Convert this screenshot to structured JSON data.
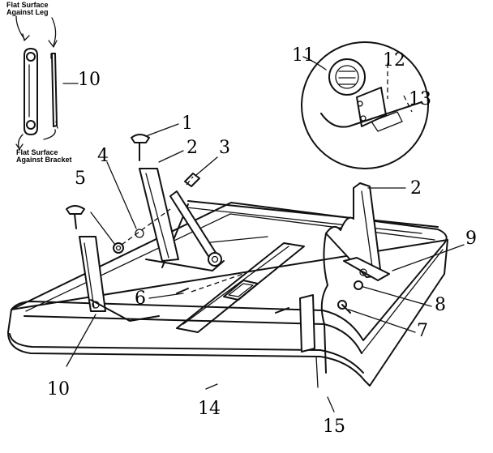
{
  "notes": {
    "top_line1": "Flat Surface",
    "top_line2": "Against Leg",
    "bottom_line1": "Flat Surface",
    "bottom_line2": "Against Bracket"
  },
  "callouts": {
    "c1": "1",
    "c2a": "2",
    "c2b": "2",
    "c3": "3",
    "c4": "4",
    "c5": "5",
    "c6": "6",
    "c7": "7",
    "c8": "8",
    "c9": "9",
    "c10a": "10",
    "c10b": "10",
    "c11": "11",
    "c12": "12",
    "c13": "13",
    "c14": "14",
    "c15": "15"
  }
}
